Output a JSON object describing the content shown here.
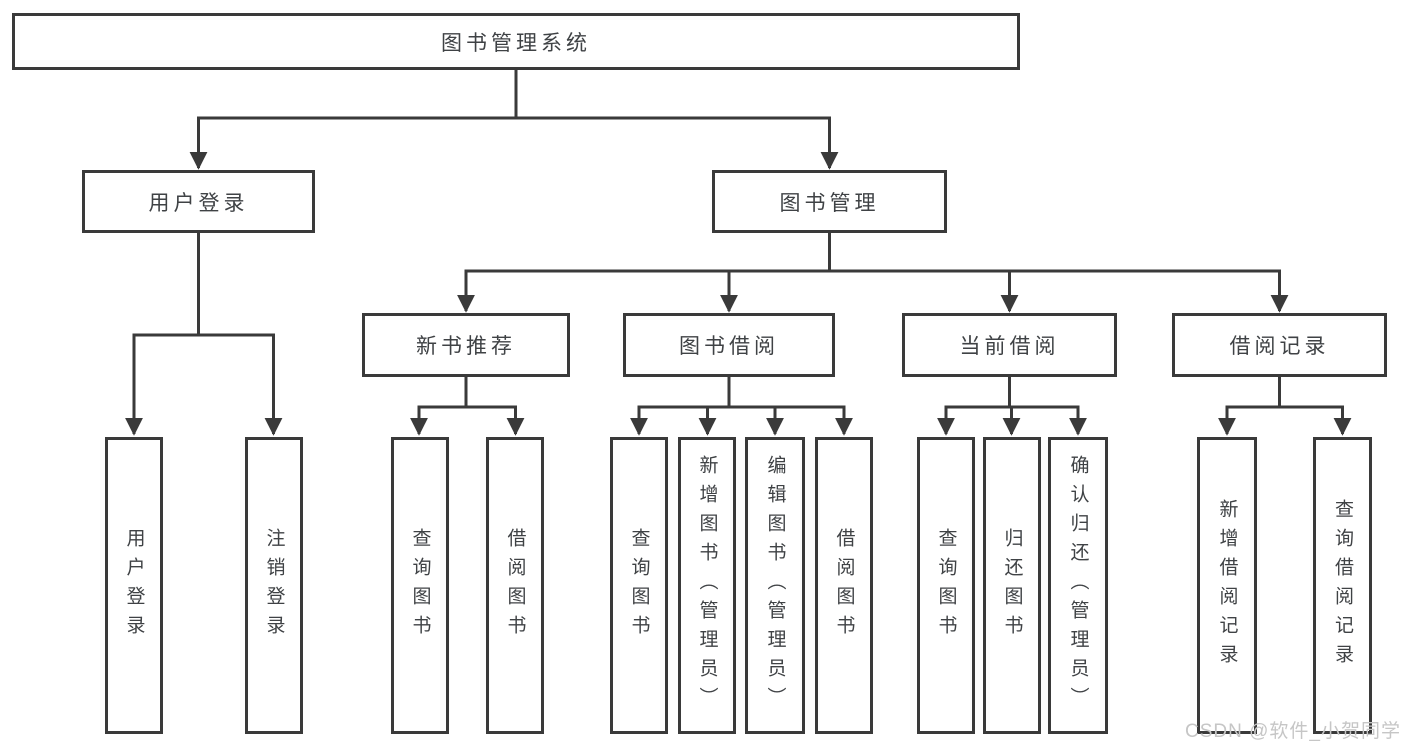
{
  "tree": {
    "root": "图书管理系统",
    "branches": [
      {
        "label": "用户登录",
        "children": [
          "用户登录",
          "注销登录"
        ]
      },
      {
        "label": "图书管理",
        "sections": [
          {
            "label": "新书推荐",
            "children": [
              "查询图书",
              "借阅图书"
            ]
          },
          {
            "label": "图书借阅",
            "children": [
              "查询图书",
              "新增图书（管理员）",
              "编辑图书（管理员）",
              "借阅图书"
            ]
          },
          {
            "label": "当前借阅",
            "children": [
              "查询图书",
              "归还图书",
              "确认归还（管理员）"
            ]
          },
          {
            "label": "借阅记录",
            "children": [
              "新增借阅记录",
              "查询借阅记录"
            ]
          }
        ]
      }
    ]
  },
  "colors": {
    "line": "#3a3a3a",
    "text": "#3f4245",
    "watermark": "#c6c6c6"
  },
  "watermark": "CSDN @软件_小贺同学"
}
